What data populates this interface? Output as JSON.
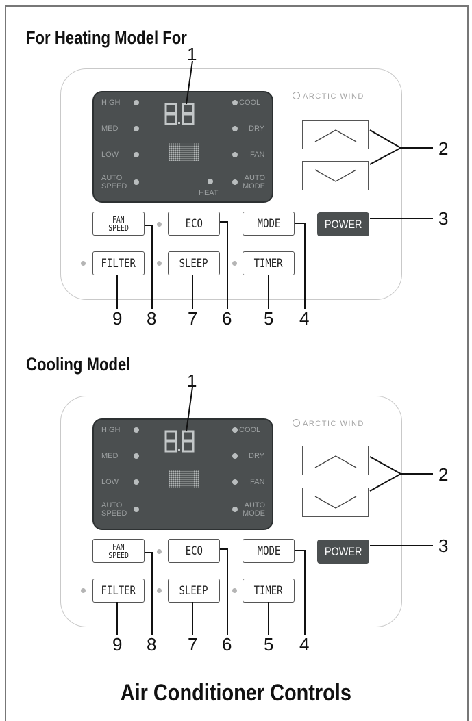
{
  "section_titles": {
    "heating": "For Heating Model For",
    "cooling": "Cooling Model"
  },
  "main_title": "Air Conditioner Controls",
  "brand": "ARCTIC WIND",
  "display": {
    "readout": "8.8",
    "left_labels": [
      "HIGH",
      "MED",
      "LOW",
      "AUTO SPEED"
    ],
    "right_labels": [
      "COOL",
      "DRY",
      "FAN",
      "AUTO MODE"
    ],
    "heat_label": "HEAT"
  },
  "buttons": {
    "fan_speed": [
      "FAN",
      "SPEED"
    ],
    "eco": "ECO",
    "mode": "MODE",
    "power": "POWER",
    "filter": "FILTER",
    "sleep": "SLEEP",
    "timer": "TIMER"
  },
  "callouts": {
    "display": "1",
    "arrows": "2",
    "power": "3",
    "mode": "4",
    "timer": "5",
    "eco": "6",
    "sleep": "7",
    "fan_speed": "8",
    "filter": "9"
  },
  "icons": [
    "up-arrow-icon",
    "down-arrow-icon",
    "arctic-wind-logo-icon"
  ],
  "colors": {
    "display_bg": "#4b4f50",
    "power_bg": "#4b4f50",
    "panel_border": "#c9c9c9"
  }
}
